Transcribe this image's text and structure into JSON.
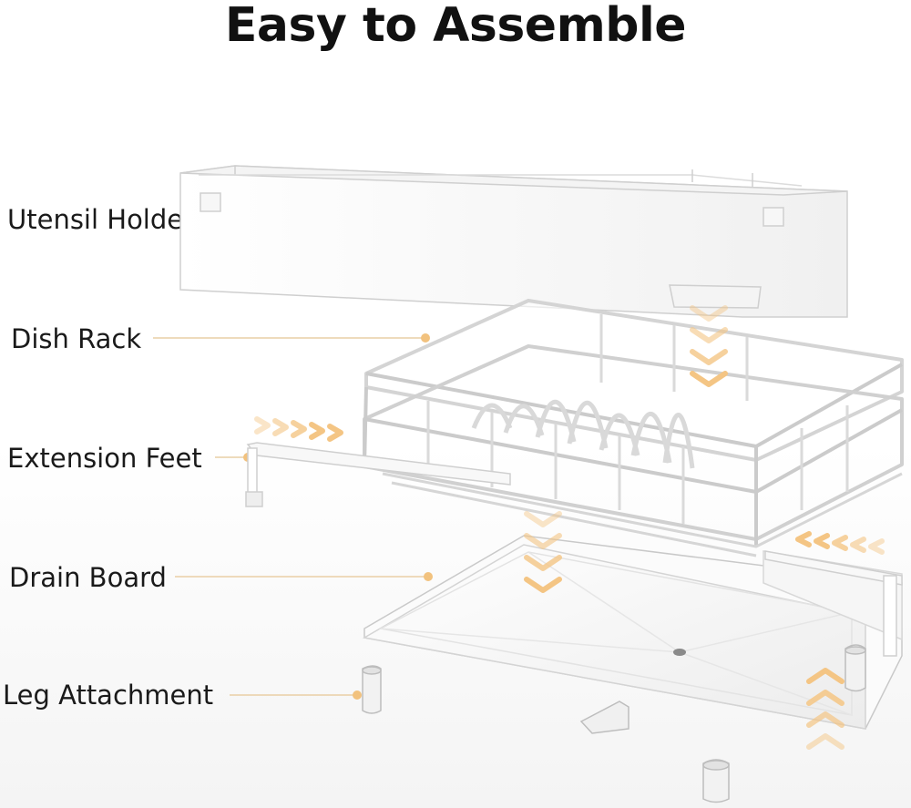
{
  "title": "Easy to Assemble",
  "labels": {
    "utensil_holder": "Utensil Holder",
    "dish_rack": "Dish Rack",
    "extension_feet": "Extension Feet",
    "drain_board": "Drain Board",
    "leg_attachment": "Leg Attachment"
  },
  "colors": {
    "accent": "#f2c27e",
    "leader_line": "#e9cfa6",
    "product": "#ffffff",
    "outline": "#c9c9c9"
  }
}
